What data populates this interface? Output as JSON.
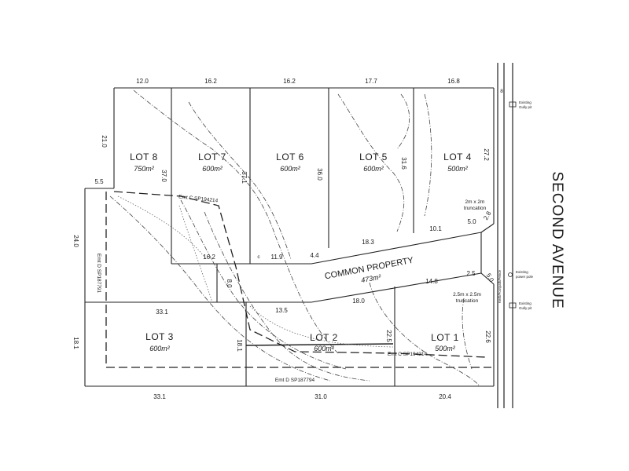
{
  "street": {
    "name": "SECOND AVENUE"
  },
  "lots": [
    {
      "id": "lot-8",
      "name": "LOT 8",
      "area": "750m²"
    },
    {
      "id": "lot-7",
      "name": "LOT 7",
      "area": "600m²"
    },
    {
      "id": "lot-6",
      "name": "LOT 6",
      "area": "600m²"
    },
    {
      "id": "lot-5",
      "name": "LOT 5",
      "area": "600m²"
    },
    {
      "id": "lot-4",
      "name": "LOT 4",
      "area": "500m²"
    },
    {
      "id": "lot-3",
      "name": "LOT 3",
      "area": "600m²"
    },
    {
      "id": "lot-2",
      "name": "LOT 2",
      "area": "600m²"
    },
    {
      "id": "lot-1",
      "name": "LOT 1",
      "area": "500m²"
    }
  ],
  "common_property": {
    "name": "COMMON PROPERTY",
    "area": "473m²"
  },
  "dimensions": {
    "top": [
      "12.0",
      "16.2",
      "16.2",
      "17.7",
      "16.8"
    ],
    "bottom": [
      "33.1",
      "31.0",
      "20.4"
    ],
    "lot8_left": "21.0",
    "lot8_step": "5.5",
    "lot8_right": "37.0",
    "lot7_right": "37.1",
    "lot6_right": "36.0",
    "lot5_right": "31.6",
    "lot4_right": "27.2",
    "lot4_bottom": "5.0",
    "lot4_chamfer": "2.8",
    "cp_top_lot5": "18.3",
    "cp_top_lot4": "10.1",
    "cp_lot7_base": "16.2",
    "cp_lot6_base": "11.9",
    "cp_small": "4.4",
    "cp_left_vertical": "8.0",
    "lot3_top": "33.1",
    "lot2_top": "13.5",
    "cp_lower": "18.0",
    "lot1_top": "14.8",
    "lot1_chamfer_a": "2.5",
    "lot1_chamfer_b": "5.0",
    "lot2_right": "22.5",
    "lot1_right": "22.6",
    "lot3_right": "18.1",
    "left_upper": "24.0",
    "left_lower": "18.1",
    "road_mark": "8"
  },
  "easements": {
    "c_upper": "Emt C  SP194214",
    "c_lower": "Emt C  SP194214",
    "d_left": "Emt D  SP187791",
    "d_bottom": "Emt D  SP187794"
  },
  "annotations": {
    "truncation_upper_1": "2m x 2m",
    "truncation_upper_2": "truncation",
    "truncation_lower_1": "2.5m x 2.5m",
    "truncation_lower_2": "truncation",
    "frontage_note": "Kerb/Footpath/Fence",
    "letter_c": "c",
    "kerb_note_1": "Existing",
    "kerb_note_2": "Gully pit",
    "kerb_note_3": "Existing",
    "kerb_note_4": "Gully pit",
    "kerb_note_5": "Existing",
    "kerb_note_6": "power pole"
  }
}
